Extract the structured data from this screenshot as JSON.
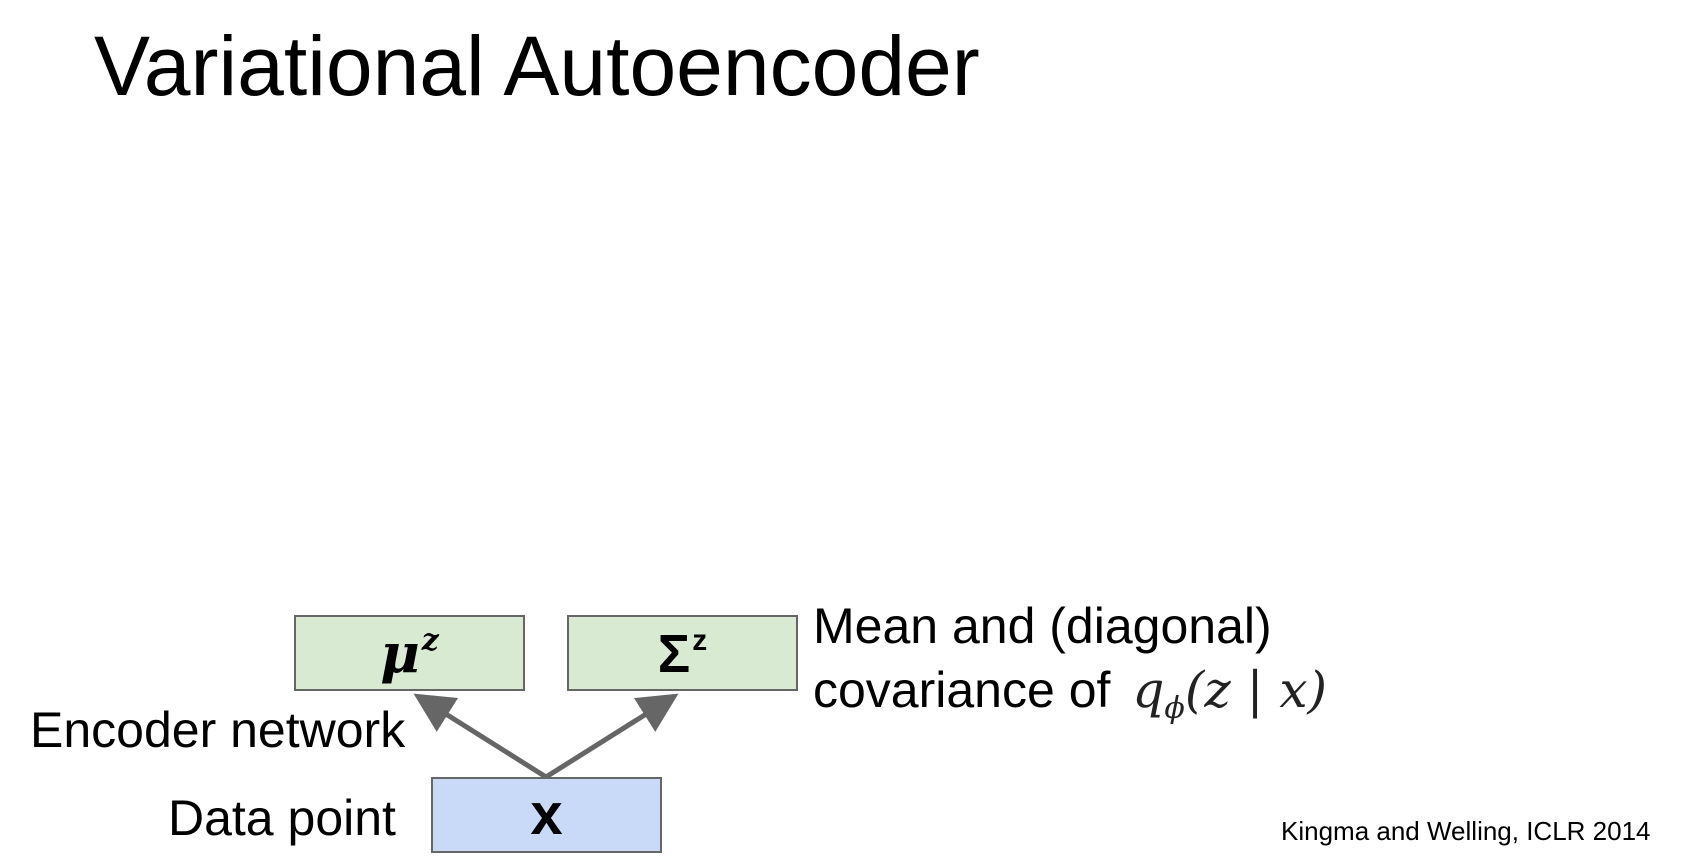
{
  "title": "Variational Autoencoder",
  "nodes": {
    "mu": {
      "symbol": "μ",
      "superscript": "z"
    },
    "sigma": {
      "symbol": "Σ",
      "superscript": "z"
    },
    "x": {
      "symbol": "x"
    }
  },
  "labels": {
    "encoder": "Encoder network",
    "data_point": "Data point",
    "desc_line1": "Mean and (diagonal)",
    "desc_line2": "covariance of"
  },
  "math": {
    "q": "q",
    "phi": "ϕ",
    "args": "(z | x)"
  },
  "citation": "Kingma and Welling, ICLR 2014",
  "colors": {
    "latent_box": "#d9ead3",
    "input_box": "#c9daf8",
    "arrow": "#666666"
  }
}
